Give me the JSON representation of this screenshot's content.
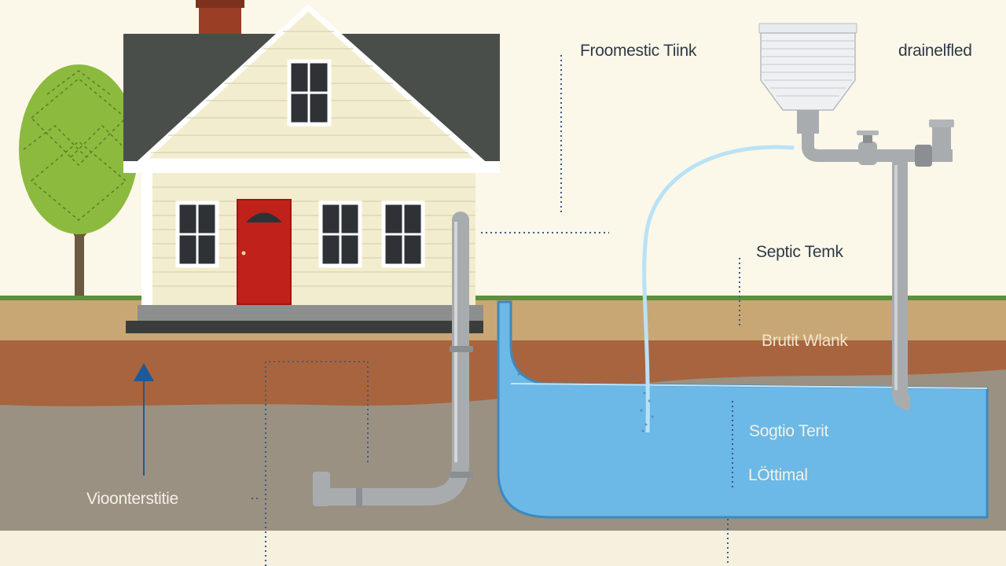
{
  "colors": {
    "background": "#fbf7e9",
    "grass": "#5e8f3a",
    "topsoil": "#c9a774",
    "clay": "#a8643e",
    "subsoil": "#9a9182",
    "water": "#6cb8e6",
    "house_siding": "#f3edcf",
    "roof": "#4a4e4a",
    "door": "#c0211b",
    "pipe": "#a9acaf",
    "leader": "#3a5a8c"
  },
  "labels": {
    "fromestic_tank": "Froomestic Tiink",
    "drainfield": "drainelfled",
    "septic_tank_1": "Septic Temk",
    "brunt_wank": "Brutit Wlank",
    "septic_tank_2": "Sogtio Terit",
    "lothmal": "LÖttimal",
    "vioontervstrue": "Vioonterstitie"
  }
}
